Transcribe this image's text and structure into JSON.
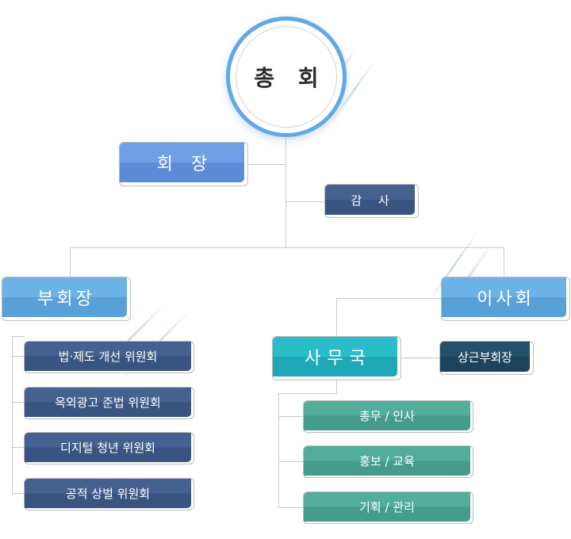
{
  "org": {
    "root": "총 회",
    "chairman": "회 장",
    "auditor": "감 사",
    "vice_chairman": "부회장",
    "board": "이사회",
    "secretariat": "사무국",
    "standing_vice": "상근부회장",
    "committees": [
      "법·제도 개선 위원회",
      "옥외광고 준법 위원회",
      "디지털 청년 위원회",
      "공적 상벌 위원회"
    ],
    "departments": [
      "총무 / 인사",
      "홍보 / 교육",
      "기획 / 관리"
    ]
  },
  "colors": {
    "root_ring": "#63a7e6",
    "chairman": "#6e9fe6",
    "auditor": "#44618f",
    "vice_board": "#6cb2e6",
    "secretariat": "#2bbcca",
    "standing_vice": "#24506b",
    "department": "#52ad9a",
    "connector": "#c9c9c9"
  }
}
